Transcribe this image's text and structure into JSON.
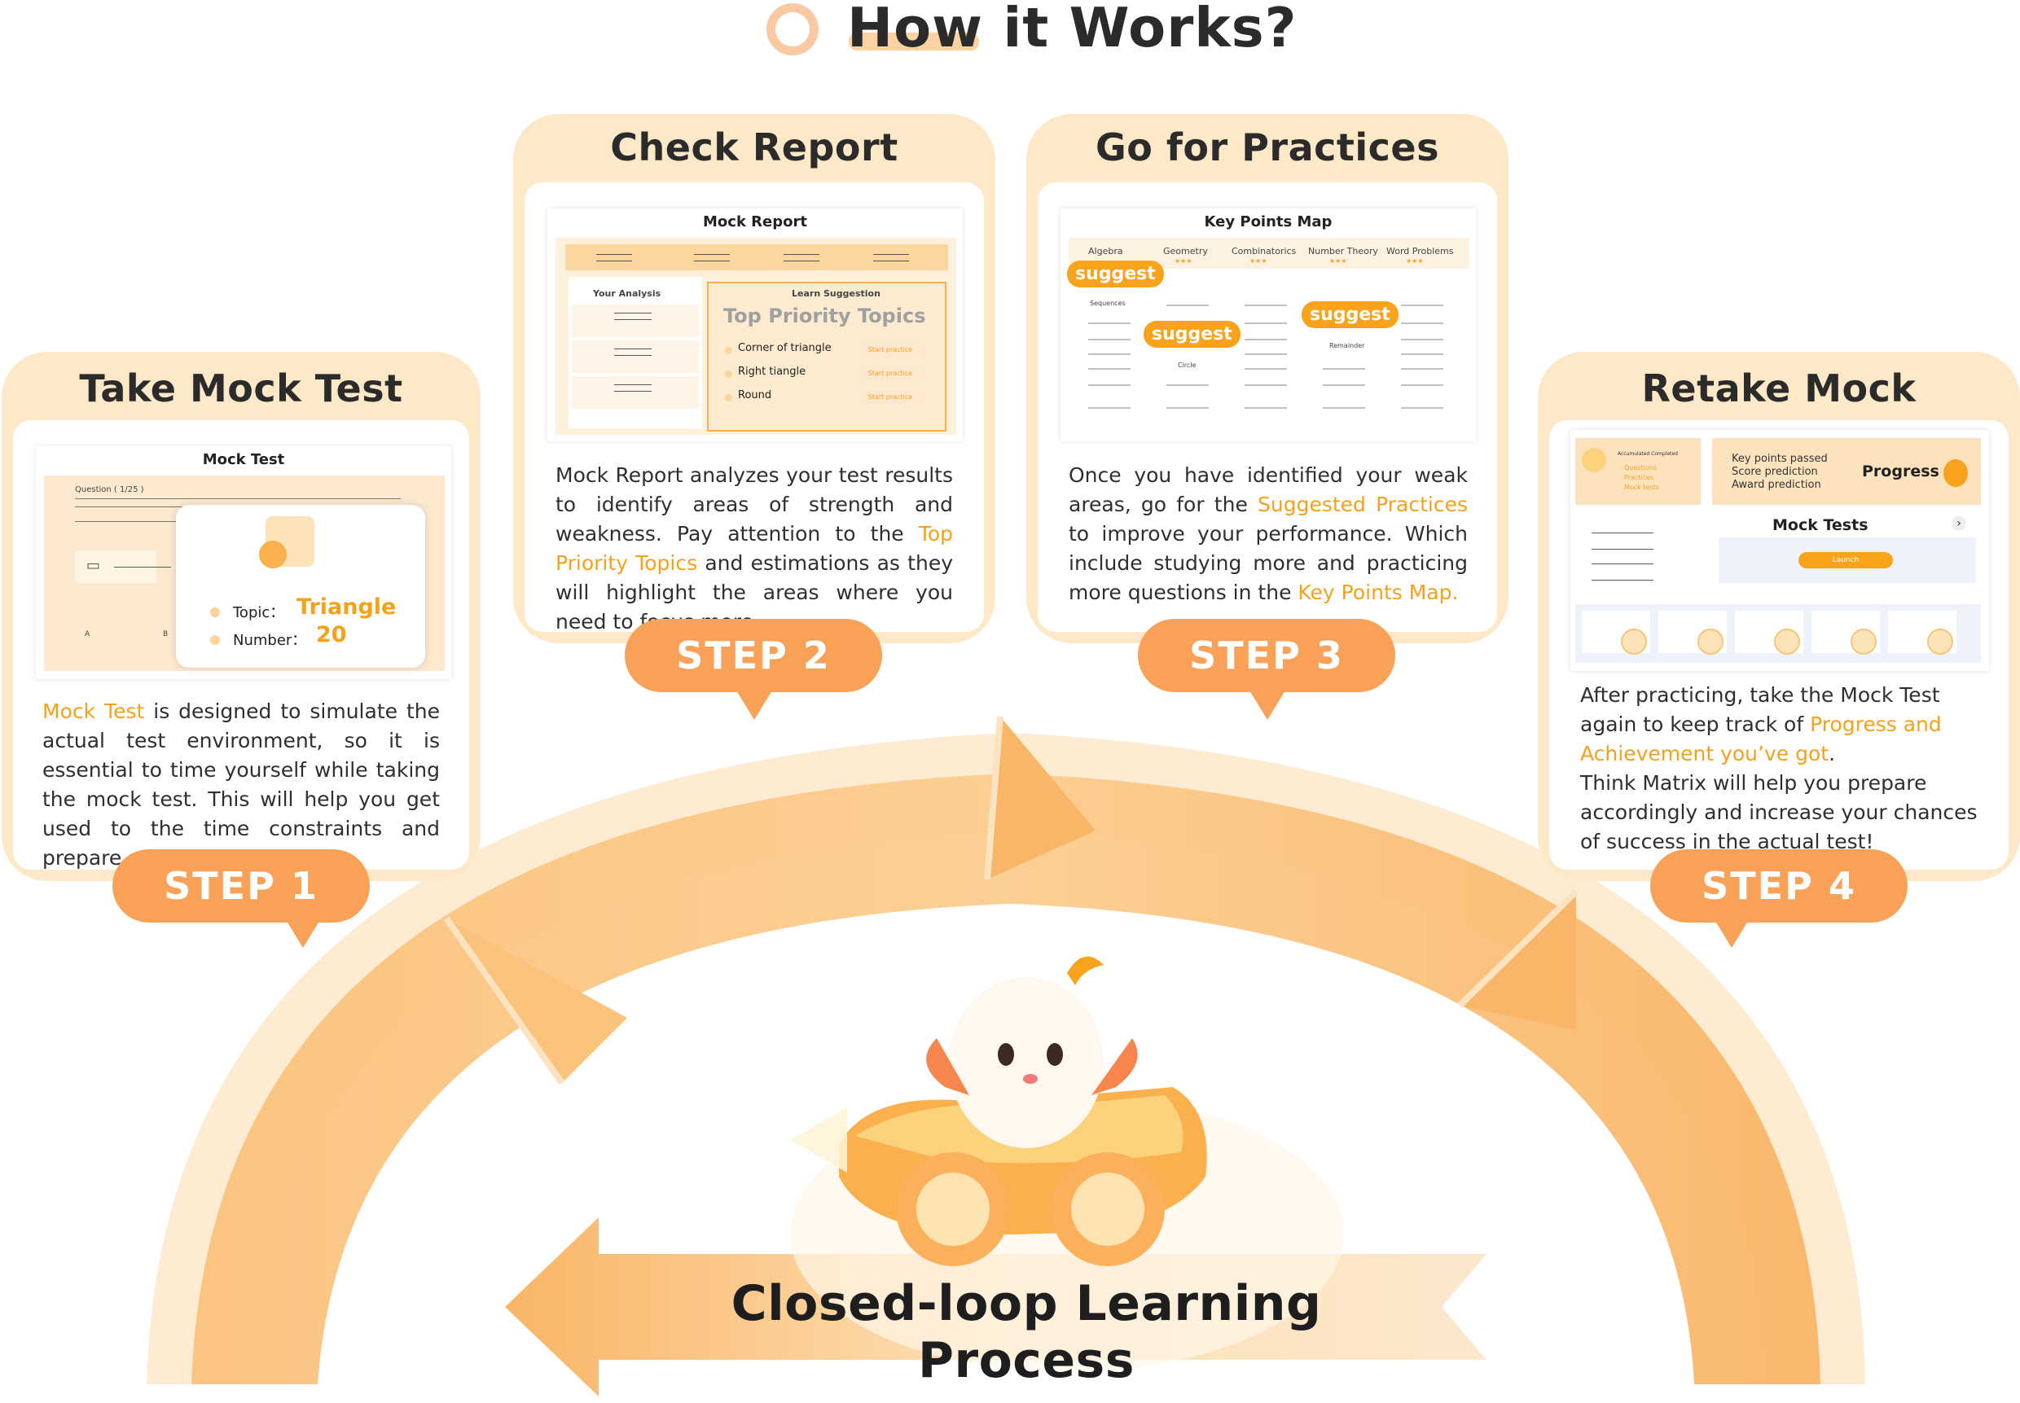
{
  "title": "How it Works?",
  "steps": [
    {
      "title": "Take Mock Test",
      "step_label": "STEP 1",
      "text_parts": [
        {
          "text": "Mock Test",
          "highlight": true
        },
        {
          "text": " is designed to simulate the actual test environment, so it is essential to time yourself while taking the mock test. This will help you get used to the time constraints and prepare accordingly.",
          "highlight": false
        }
      ],
      "screen": {
        "title": "Mock Test",
        "question": "Question ( 1/25 )",
        "topic_label": "Topic：",
        "topic_value": "Triangle",
        "number_label": "Number：",
        "number_value": "20",
        "option_a": "A",
        "option_b": "B"
      }
    },
    {
      "title": "Check Report",
      "step_label": "STEP 2",
      "text_parts": [
        {
          "text": "Mock Report analyzes your test results to identify areas of strength and weakness. Pay attention to the ",
          "highlight": false
        },
        {
          "text": "Top Priority Topics",
          "highlight": true
        },
        {
          "text": " and estimations as they will highlight the areas where you need to focus more.",
          "highlight": false
        }
      ],
      "screen": {
        "title": "Mock Report",
        "analysis_label": "Your Analysis",
        "suggestion_label": "Learn Suggestion",
        "priority_title": "Top Priority Topics",
        "topics": [
          "Corner of triangle",
          "Right tiangle",
          "Round"
        ],
        "action_label": "Start practice"
      }
    },
    {
      "title": "Go for Practices",
      "step_label": "STEP 3",
      "text_parts": [
        {
          "text": "Once you have identified your weak areas, go for the ",
          "highlight": false
        },
        {
          "text": "Suggested Practices",
          "highlight": true
        },
        {
          "text": " to improve your performance. Which include studying more and practicing more questions in the ",
          "highlight": false
        },
        {
          "text": "Key Points Map.",
          "highlight": true
        }
      ],
      "screen": {
        "title": "Key Points Map",
        "columns": [
          "Algebra",
          "Geometry",
          "Combinatorics",
          "Number Theory",
          "Word Problems"
        ],
        "stars": "★★★",
        "suggest_label": "suggest",
        "sub_labels": [
          "Sequences",
          "Circle",
          "Remainder"
        ]
      }
    },
    {
      "title": "Retake Mock",
      "step_label": "STEP 4",
      "text_parts": [
        {
          "text": "After practicing,  take the Mock Test again to keep track of ",
          "highlight": false
        },
        {
          "text": "Progress and Achievement you’ve got",
          "highlight": true
        },
        {
          "text": ".",
          "highlight": false
        },
        {
          "text": "\nThink Matrix will help you prepare accordingly and increase your chances of success in the actual test!",
          "highlight": false
        }
      ],
      "screen": {
        "accum_label": "Accumulated Completed",
        "accum_items": [
          "Questions",
          "Practices",
          "Mock tests"
        ],
        "progress_items": [
          "Key points passed",
          "Score prediction",
          "Award prediction"
        ],
        "progress_label": "Progress",
        "mock_tests_label": "Mock Tests",
        "launch_label": "Launch"
      }
    }
  ],
  "loop_label": "Closed-loop Learning Process",
  "colors": {
    "accent": "#f9a257",
    "highlight_text": "#f5a11a",
    "card_bg": "#fde8c8",
    "arc_light": "#fde6c8",
    "arc_main": "#fbc27c"
  }
}
